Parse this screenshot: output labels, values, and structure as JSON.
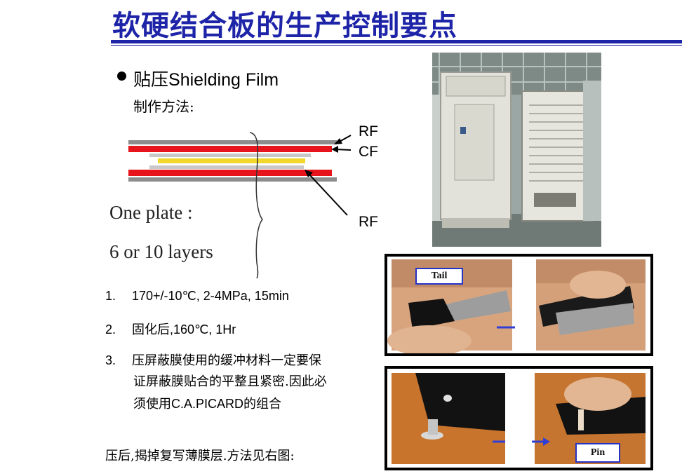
{
  "title": "软硬结合板的生产控制要点",
  "bullet": {
    "prefix": "贴压",
    "suffix": "Shielding Film"
  },
  "method_label": "制作方法:",
  "diagram": {
    "plate_label": "One plate :",
    "layers_label": "6 or 10 layers",
    "label_rf_top": "RF",
    "label_cf": "CF",
    "label_rf_bottom": "RF",
    "colors": {
      "rf": "#e8141c",
      "cf": "#f2d72c",
      "gray": "#8c8c8c",
      "light_gray": "#c8c8c8"
    }
  },
  "steps": [
    {
      "num": "1.",
      "text": "170+/-10℃, 2-4MPa, 15min"
    },
    {
      "num": "2.",
      "text_cjk": "固化后",
      "text_en": ",160℃, 1Hr"
    },
    {
      "num": "3.",
      "line1": "压屏蔽膜使用的缓冲材料一定要保",
      "line2": "证屏蔽膜贴合的平整且紧密.因此必",
      "line3_cjk_a": "须使用",
      "line3_en": "C.A.PICARD",
      "line3_cjk_b": "的组合"
    }
  ],
  "footer_note": "压后,揭掉复写薄膜层.方法见右图:",
  "callouts": {
    "tail": "Tail",
    "pin": "Pin"
  },
  "icons": [
    "arrow-right-icon",
    "arrow-right-icon"
  ],
  "accent_color": "#1e24a8"
}
